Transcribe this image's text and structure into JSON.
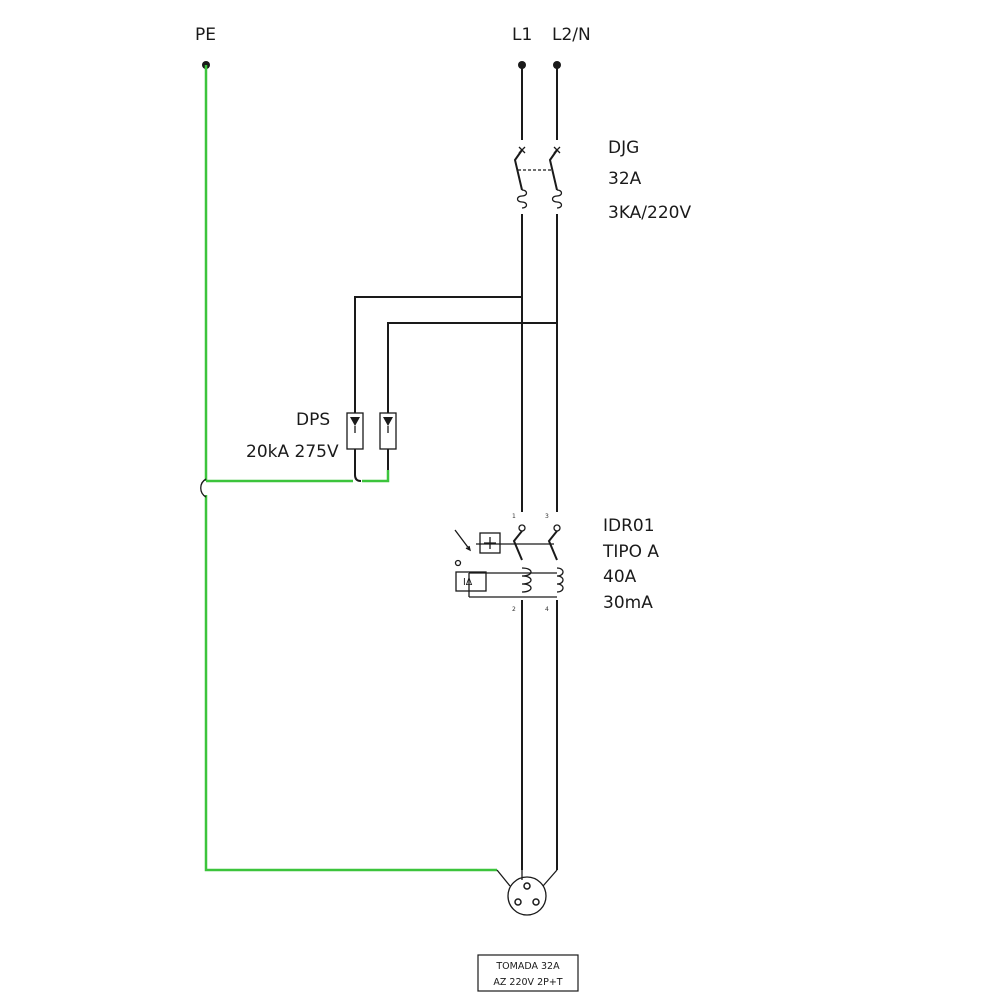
{
  "terminals": {
    "pe": "PE",
    "l1": "L1",
    "l2n": "L2/N"
  },
  "breaker": {
    "name": "DJG",
    "current": "32A",
    "rating": "3KA/220V"
  },
  "surge_protector": {
    "name": "DPS",
    "rating": "20kA 275V"
  },
  "rcd": {
    "name": "IDR01",
    "type": "TIPO A",
    "current": "40A",
    "sensitivity": "30mA",
    "trip_symbol": "IΔ",
    "pins": [
      "1",
      "3",
      "2",
      "4"
    ]
  },
  "socket": {
    "line1": "TOMADA 32A",
    "line2": "AZ 220V 2P+T"
  },
  "colors": {
    "wire": "#1a1a1a",
    "earth": "#3cc43c"
  }
}
